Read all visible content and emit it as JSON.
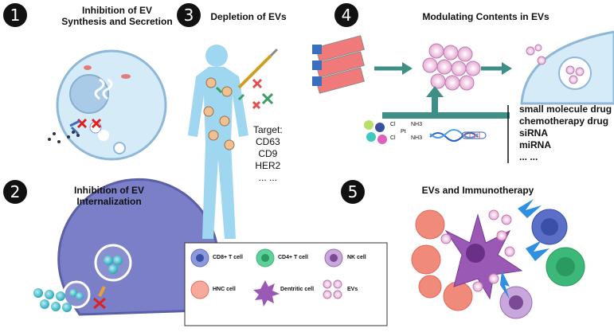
{
  "panels": [
    {
      "number": "1",
      "title_line1": "Inhibition of EV",
      "title_line2": "Synthesis and Secretion"
    },
    {
      "number": "2",
      "title_line1": "Inhibition of EV",
      "title_line2": "Internalization"
    },
    {
      "number": "3",
      "title": "Depletion of EVs",
      "target_label": "Target:",
      "targets": [
        "CD63",
        "CD9",
        "HER2",
        "... ..."
      ]
    },
    {
      "number": "4",
      "title": "Modulating Contents in EVs",
      "contents": [
        "small molecule drug",
        "chemotherapy drug",
        "siRNA",
        "miRNA",
        "... ..."
      ]
    },
    {
      "number": "5",
      "title": "EVs and Immunotherapy"
    }
  ],
  "chemistry": {
    "cl1": "Cl",
    "cl2": "Cl",
    "pt": "Pt",
    "nh3a": "NH3",
    "nh3b": "NH3"
  },
  "legend": [
    {
      "label": "CD8+ T cell",
      "color": "#5b6fc9"
    },
    {
      "label": "CD4+ T cell",
      "color": "#3cb878"
    },
    {
      "label": "NK cell",
      "color": "#9b6fb0"
    },
    {
      "label": "HNC cell",
      "color": "#f08a7a"
    },
    {
      "label": "Dentritic cell",
      "color": "#9b59b6"
    },
    {
      "label": "EVs",
      "color": "#d88fc0"
    }
  ],
  "colors": {
    "cell_blue": "#cfe6f5",
    "cell_outline": "#8fb8d8",
    "arrow_teal": "#3f8f86",
    "body_blue": "#9fd6f0",
    "dark_cell": "#6b6bb5"
  }
}
